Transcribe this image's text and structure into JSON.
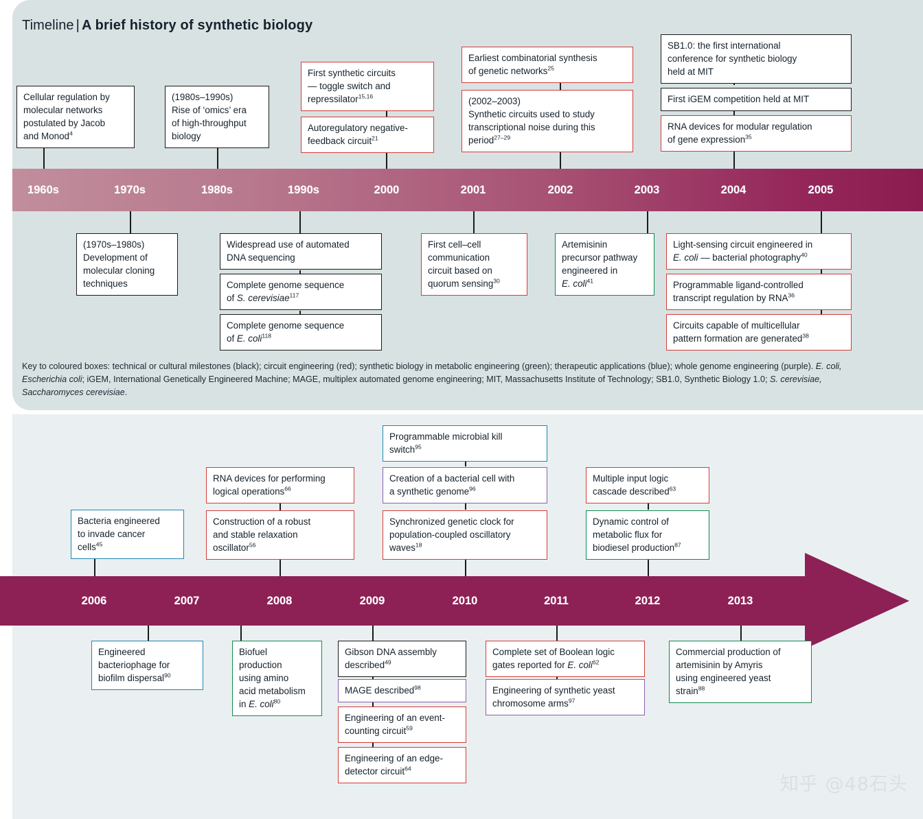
{
  "title": {
    "prefix": "Timeline",
    "separator": "|",
    "main": "A brief history of synthetic biology"
  },
  "colors": {
    "panel1_bg": "#d8e2e3",
    "panel2_bg": "#eaf0f1",
    "bar1_start": "#c18e9c",
    "bar1_end": "#8a1c50",
    "bar2": "#8d2055",
    "black": "#1a1a1a",
    "red": "#d33c37",
    "green": "#108a4e",
    "blue": "#1e84b5",
    "purple": "#8a5fb0"
  },
  "timeline1": {
    "years": [
      "1960s",
      "1970s",
      "1980s",
      "1990s",
      "2000",
      "2001",
      "2002",
      "2003",
      "2004",
      "2005"
    ],
    "above_boxes": [
      {
        "id": "b1",
        "category": "black",
        "lines": [
          "Cellular regulation by",
          "molecular networks",
          "postulated by Jacob",
          "and Monod"
        ],
        "sup": "4"
      },
      {
        "id": "b2",
        "category": "black",
        "lines": [
          "(1980s–1990s)",
          "Rise of ‘omics’ era",
          "of high-throughput",
          "biology"
        ],
        "sup": ""
      },
      {
        "id": "b3",
        "category": "red",
        "lines": [
          "First synthetic circuits",
          "— toggle switch and",
          "repressilator"
        ],
        "sup": "15,16"
      },
      {
        "id": "b4",
        "category": "red",
        "lines": [
          "Autoregulatory negative-",
          "feedback circuit"
        ],
        "sup": "21"
      },
      {
        "id": "b5",
        "category": "red",
        "lines": [
          "Earliest combinatorial synthesis",
          "of genetic networks"
        ],
        "sup": "25"
      },
      {
        "id": "b6",
        "category": "red",
        "lines": [
          "(2002–2003)",
          "Synthetic circuits used to study",
          "transcriptional noise during this",
          "period"
        ],
        "sup": "27–29"
      },
      {
        "id": "b7",
        "category": "black",
        "lines": [
          "SB1.0: the first international",
          "conference for synthetic biology",
          "held at MIT"
        ],
        "sup": ""
      },
      {
        "id": "b8",
        "category": "black",
        "lines": [
          "First iGEM competition held at MIT"
        ],
        "sup": ""
      },
      {
        "id": "b9",
        "category": "red",
        "lines": [
          "RNA devices for modular regulation",
          "of gene expression"
        ],
        "sup": "35"
      }
    ],
    "below_boxes": [
      {
        "id": "c1",
        "category": "black",
        "lines": [
          "(1970s–1980s)",
          "Development of",
          "molecular cloning",
          "techniques"
        ],
        "sup": ""
      },
      {
        "id": "c2",
        "category": "black",
        "lines": [
          "Widespread use of automated",
          "DNA sequencing"
        ],
        "sup": ""
      },
      {
        "id": "c3",
        "category": "black",
        "lines": [
          "Complete genome sequence",
          "of S. cerevisiae"
        ],
        "sup": "117"
      },
      {
        "id": "c4",
        "category": "black",
        "lines": [
          "Complete genome sequence",
          "of E. coli"
        ],
        "sup": "118"
      },
      {
        "id": "c5",
        "category": "red",
        "lines": [
          "First cell–cell",
          "communication",
          "circuit based on",
          "quorum sensing"
        ],
        "sup": "30"
      },
      {
        "id": "c6",
        "category": "green",
        "lines": [
          "Artemisinin",
          "precursor pathway",
          "engineered in",
          "E. coli"
        ],
        "sup": "41"
      },
      {
        "id": "c7",
        "category": "red",
        "lines": [
          "Light-sensing circuit engineered in",
          "E. coli — bacterial photography"
        ],
        "sup": "40"
      },
      {
        "id": "c8",
        "category": "red",
        "lines": [
          "Programmable ligand-controlled",
          "transcript regulation by RNA"
        ],
        "sup": "36"
      },
      {
        "id": "c9",
        "category": "red",
        "lines": [
          "Circuits capable of multicellular",
          "pattern formation are generated"
        ],
        "sup": "38"
      }
    ]
  },
  "timeline2": {
    "years": [
      "2006",
      "2007",
      "2008",
      "2009",
      "2010",
      "2011",
      "2012",
      "2013"
    ],
    "above_boxes": [
      {
        "id": "d1",
        "category": "blue",
        "lines": [
          "Bacteria engineered",
          "to invade cancer",
          "cells"
        ],
        "sup": "45"
      },
      {
        "id": "d2",
        "category": "red",
        "lines": [
          "RNA devices for performing",
          "logical operations"
        ],
        "sup": "66"
      },
      {
        "id": "d3",
        "category": "red",
        "lines": [
          "Construction of a robust",
          "and stable relaxation",
          "oscillator"
        ],
        "sup": "56"
      },
      {
        "id": "d4",
        "category": "blue",
        "lines": [
          "Programmable microbial kill",
          "switch"
        ],
        "sup": "95"
      },
      {
        "id": "d5",
        "category": "purple",
        "lines": [
          "Creation of a bacterial cell with",
          "a synthetic genome"
        ],
        "sup": "96"
      },
      {
        "id": "d6",
        "category": "red",
        "lines": [
          "Synchronized genetic clock for",
          "population-coupled oscillatory",
          "waves"
        ],
        "sup": "18"
      },
      {
        "id": "d7",
        "category": "red",
        "lines": [
          "Multiple input logic",
          "cascade described"
        ],
        "sup": "63"
      },
      {
        "id": "d8",
        "category": "green",
        "lines": [
          "Dynamic control of",
          "metabolic flux for",
          "biodiesel production"
        ],
        "sup": "87"
      }
    ],
    "below_boxes": [
      {
        "id": "e1",
        "category": "blue",
        "lines": [
          "Engineered",
          "bacteriophage for",
          "biofilm dispersal"
        ],
        "sup": "90"
      },
      {
        "id": "e2",
        "category": "green",
        "lines": [
          "Biofuel",
          "production",
          "using amino",
          "acid metabolism",
          "in E. coli"
        ],
        "sup": "80"
      },
      {
        "id": "e3",
        "category": "black",
        "lines": [
          "Gibson DNA assembly",
          "described"
        ],
        "sup": "49"
      },
      {
        "id": "e4",
        "category": "purple",
        "lines": [
          "MAGE described"
        ],
        "sup": "98"
      },
      {
        "id": "e5",
        "category": "red",
        "lines": [
          "Engineering of an event-",
          "counting circuit"
        ],
        "sup": "59"
      },
      {
        "id": "e6",
        "category": "red",
        "lines": [
          "Engineering of an edge-",
          "detector circuit"
        ],
        "sup": "64"
      },
      {
        "id": "e7",
        "category": "red",
        "lines": [
          "Complete set of Boolean logic",
          "gates reported for E. coli"
        ],
        "sup": "62"
      },
      {
        "id": "e8",
        "category": "purple",
        "lines": [
          "Engineering of synthetic yeast",
          "chromosome arms"
        ],
        "sup": "97"
      },
      {
        "id": "e9",
        "category": "green",
        "lines": [
          "Commercial production of",
          "artemisinin by Amyris",
          "using engineered yeast",
          "strain"
        ],
        "sup": "88"
      }
    ]
  },
  "key": {
    "line1": "Key to coloured boxes: technical or cultural milestones (black); circuit engineering (red); synthetic biology in metabolic engineering (green); therapeutic applications",
    "line2_a": "(blue); whole genome engineering (purple). ",
    "line2_italic1": "E. coli, Escherichia coli",
    "line2_b": "; iGEM, International Genetically Engineered Machine; MAGE, multiplex automated genome",
    "line3_a": "engineering; MIT, Massachusetts Institute of Technology; SB1.0, Synthetic Biology 1.0; ",
    "line3_italic": "S. cerevisiae, Saccharomyces cerevisiae",
    "line3_b": "."
  },
  "watermark": "知乎 @48石头"
}
